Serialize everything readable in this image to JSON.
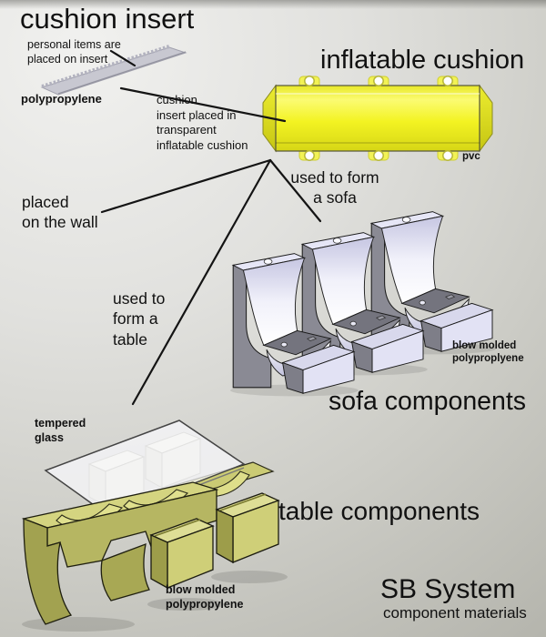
{
  "titles": {
    "cushion_insert": "cushion insert",
    "inflatable_cushion": "inflatable cushion",
    "sofa_components": "sofa components",
    "table_components": "table components",
    "system_name": "SB System",
    "system_subtitle": "component materials"
  },
  "annotations": {
    "personal_items": "personal items are\nplaced on insert",
    "polypropylene": "polypropylene",
    "cushion_note": "cushion\ninsert placed in\ntransparent\ninflatable cushion",
    "pvc": "pvc",
    "used_to_form_sofa": "used to form\na sofa",
    "placed_on_wall": "placed\non the wall",
    "used_to_form_table": "used to\nform a\ntable",
    "sofa_material": "blow molded\npolyproplyene",
    "tempered_glass": "tempered\nglass",
    "table_material": "blow molded\npolypropylene"
  },
  "colors": {
    "background_light": "#f1f1ef",
    "background_dark": "#b3b3ab",
    "connector_line": "#141414",
    "text": "#111111",
    "cushion_yellow": "#f2f21c",
    "insert_gray": "#c8c8d1",
    "sofa_lavender": "#dedef2",
    "sofa_gray": "#8a8a94",
    "table_olive": "#cfcf78",
    "glass_white": "#f6f6fa"
  }
}
